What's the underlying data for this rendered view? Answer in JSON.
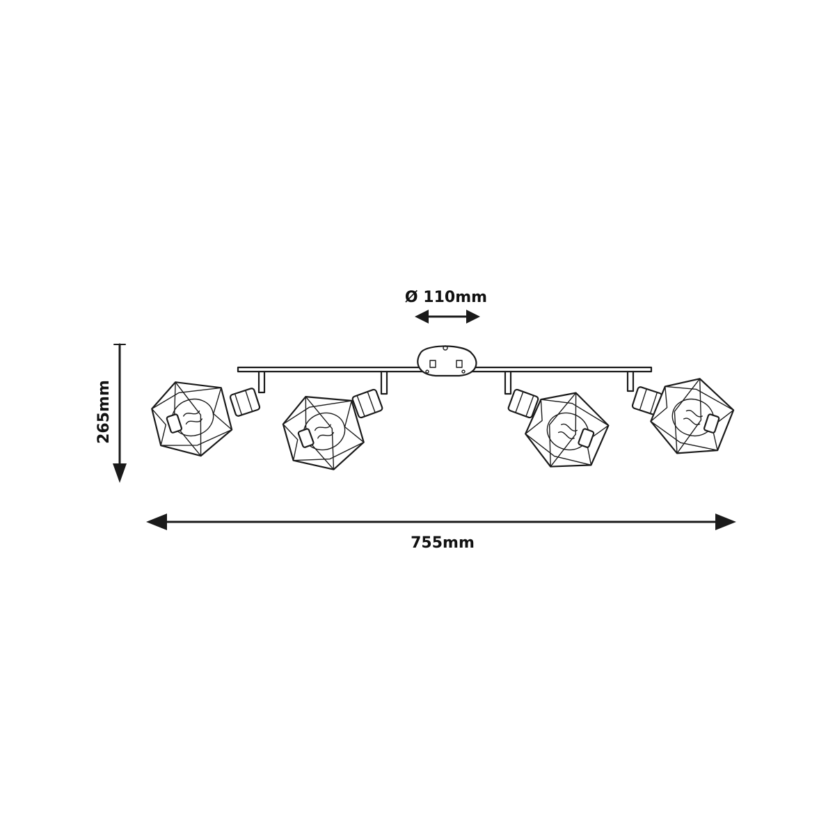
{
  "dimensions": {
    "diameter_label": "Ø 110mm",
    "height_label": "265mm",
    "width_label": "755mm"
  },
  "colors": {
    "line": "#1a1a1a",
    "background": "#ffffff"
  },
  "fixture": {
    "spot_count": 4
  }
}
